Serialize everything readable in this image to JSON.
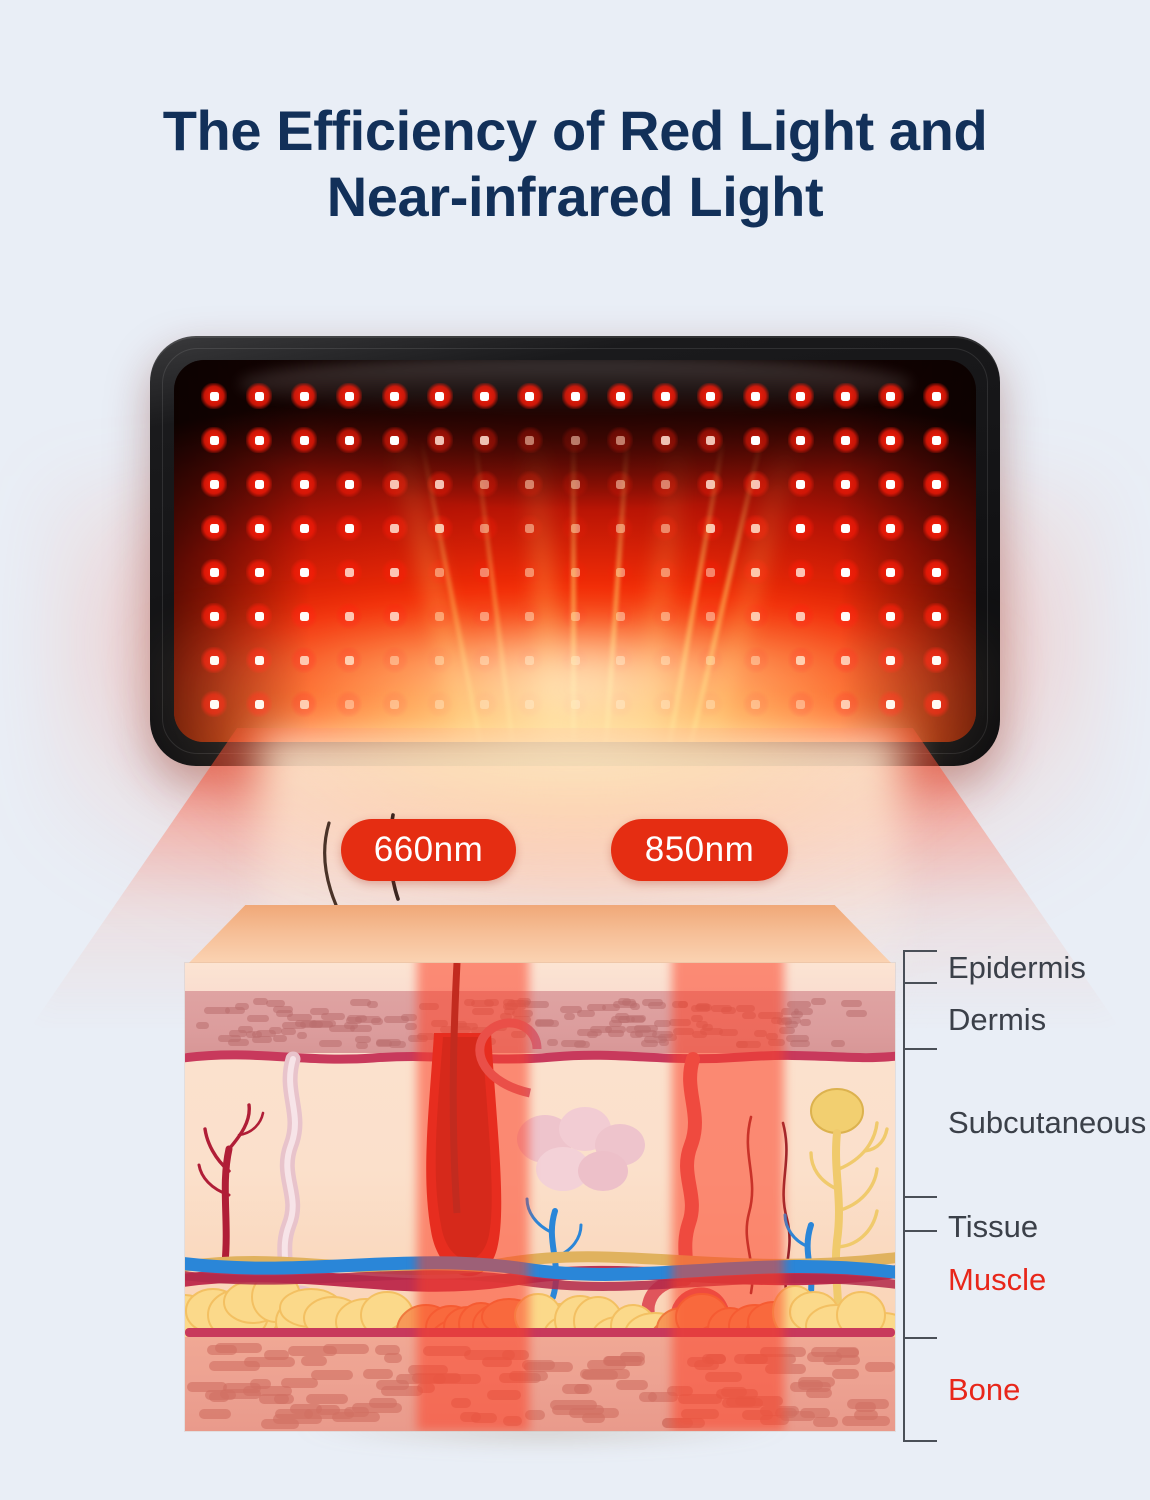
{
  "page": {
    "background_color": "#e9eef6",
    "title_color": "#123059",
    "accent_red": "#e52d12",
    "label_color": "#3b4049",
    "highlight_color": "#e8261a"
  },
  "header": {
    "title_line1": "The Efficiency of Red Light and",
    "title_line2": "Near-infrared Light"
  },
  "device": {
    "name": "red-light-therapy-pad",
    "led_columns": 17,
    "led_rows": 8,
    "frame_color": "#121214",
    "led_color": "#ff1a08"
  },
  "wavelengths": [
    {
      "id": "red-light",
      "label": "660nm",
      "color": "#e52d12"
    },
    {
      "id": "near-infrared-light",
      "label": "850nm",
      "color": "#e52d12"
    }
  ],
  "skin_layers": [
    {
      "label": "Epidermis",
      "highlighted": false
    },
    {
      "label": "Dermis",
      "highlighted": false
    },
    {
      "label": "Subcutaneous",
      "highlighted": false
    },
    {
      "label": "Tissue",
      "highlighted": false
    },
    {
      "label": "Muscle",
      "highlighted": true
    },
    {
      "label": "Bone",
      "highlighted": true
    }
  ]
}
